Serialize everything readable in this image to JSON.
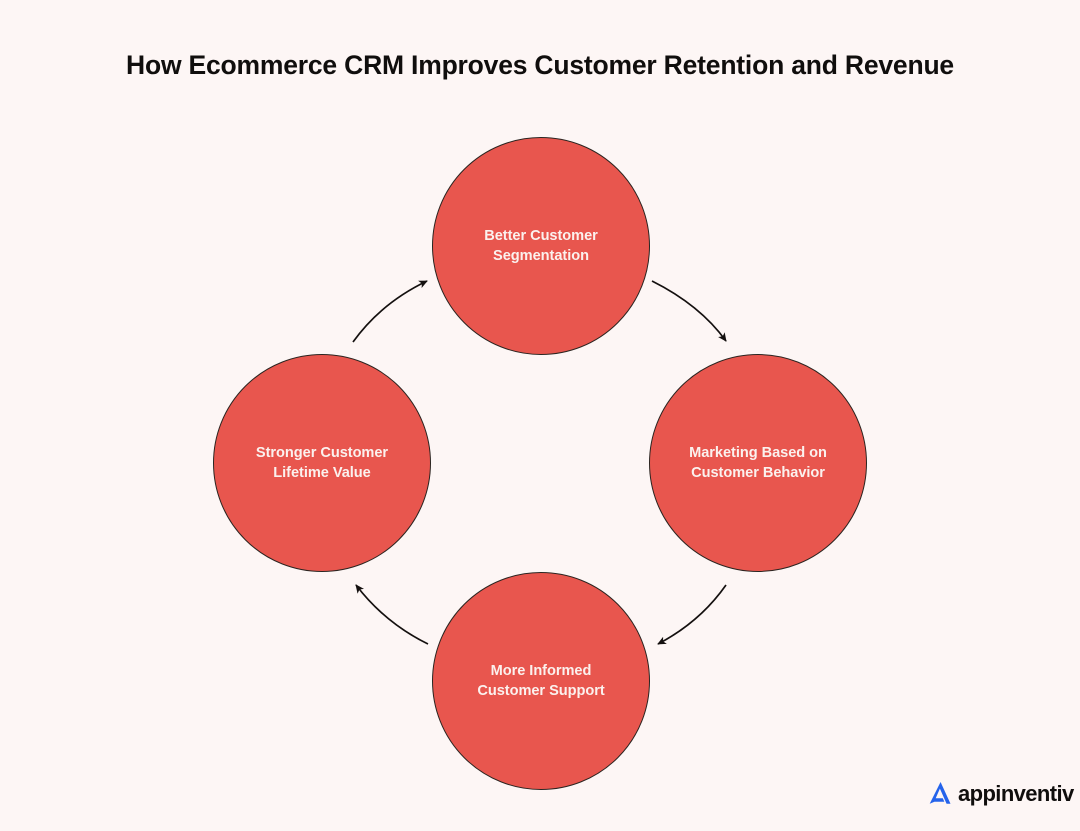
{
  "page": {
    "background_color": "#fdf6f5",
    "title": "How Ecommerce CRM Improves Customer Retention and Revenue"
  },
  "diagram": {
    "type": "cycle",
    "direction": "clockwise",
    "node_fill_color": "#e8564e",
    "node_border_color": "#2b2420",
    "node_text_color": "#fbf1ee",
    "arrow_color": "#14100f",
    "nodes": [
      {
        "id": "top",
        "label": "Better Customer\nSegmentation",
        "position": "top"
      },
      {
        "id": "right",
        "label": "Marketing Based on\nCustomer Behavior",
        "position": "right"
      },
      {
        "id": "bottom",
        "label": "More Informed\nCustomer Support",
        "position": "bottom"
      },
      {
        "id": "left",
        "label": "Stronger Customer\nLifetime Value",
        "position": "left"
      }
    ],
    "arrows": [
      {
        "id": "top-to-right",
        "from": "top",
        "to": "right"
      },
      {
        "id": "right-to-bottom",
        "from": "right",
        "to": "bottom"
      },
      {
        "id": "bottom-to-left",
        "from": "bottom",
        "to": "left"
      },
      {
        "id": "left-to-top",
        "from": "left",
        "to": "top"
      }
    ]
  },
  "logo": {
    "text": "appinventiv",
    "mark_color": "#2563eb",
    "text_color": "#100e0d"
  }
}
